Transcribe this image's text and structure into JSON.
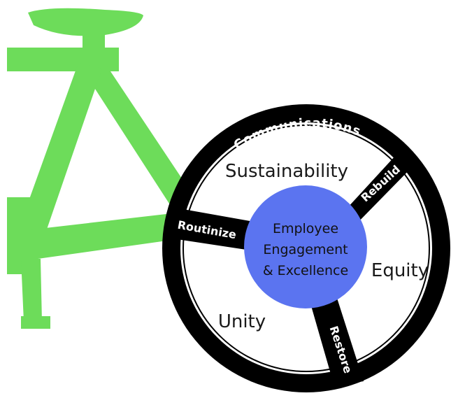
{
  "colors": {
    "bike_frame": "#6ddc5a",
    "rim": "#000000",
    "wheel_fill": "#ffffff",
    "hub": "#5b74f0",
    "spoke_text": "#ffffff",
    "region_text": "#1a1a1a"
  },
  "rim": {
    "label": "Communications"
  },
  "hub": {
    "line1": "Employee",
    "line2": "Engagement",
    "line3": "& Excellence"
  },
  "spokes": {
    "top_right": "Rebuild",
    "left": "Routinize",
    "bottom": "Restore"
  },
  "regions": {
    "top": "Sustainability",
    "right": "Equity",
    "bottom_left": "Unity"
  }
}
